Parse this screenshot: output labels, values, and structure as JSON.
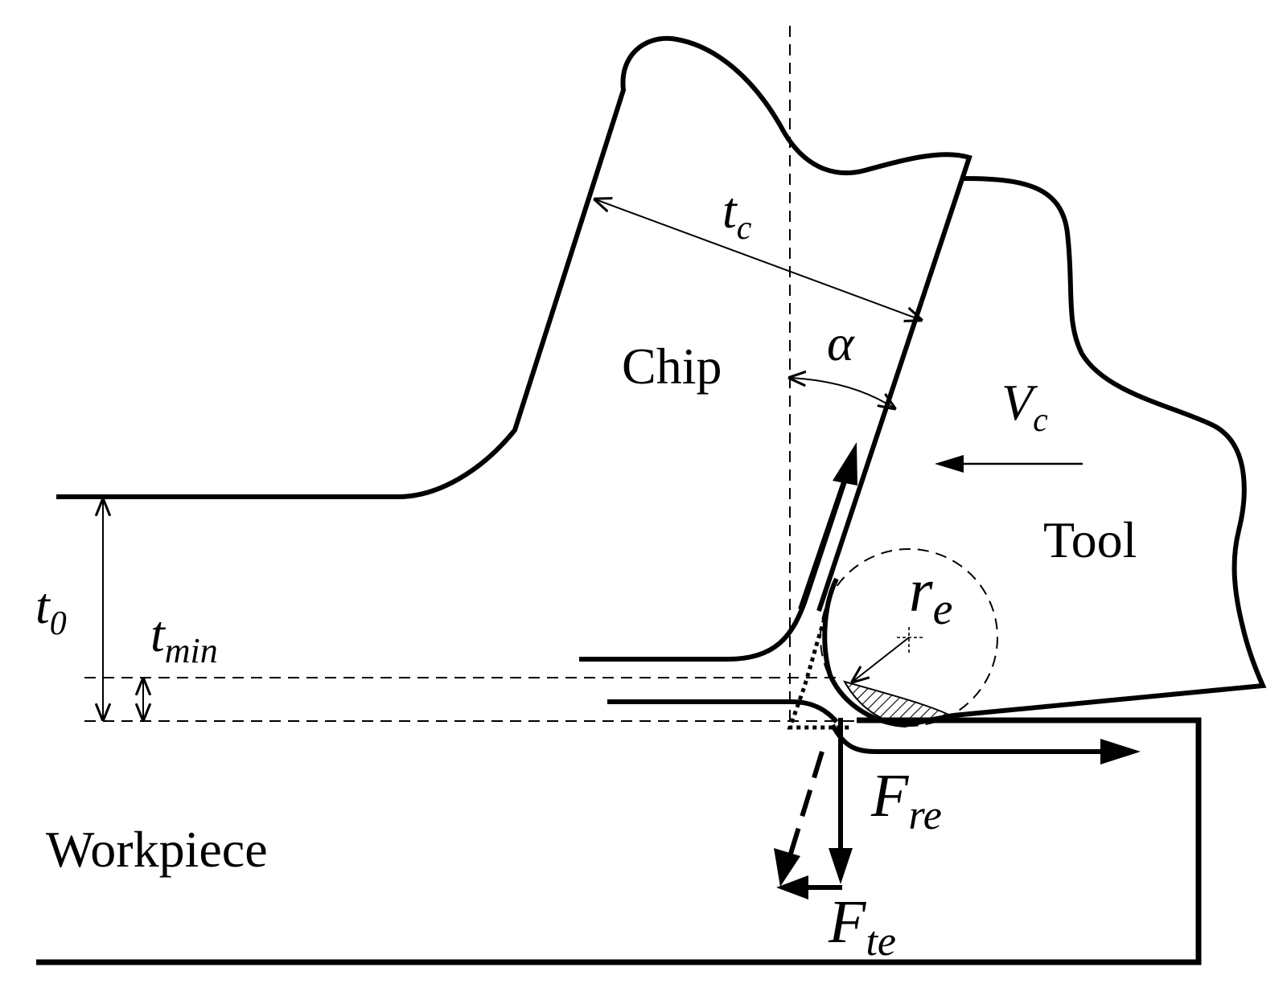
{
  "labels": {
    "chip": "Chip",
    "tool": "Tool",
    "workpiece": "Workpiece",
    "alpha": "α",
    "tc_main": "t",
    "tc_sub": "c",
    "t0_main": "t",
    "t0_sub": "0",
    "tmin_main": "t",
    "tmin_sub": "min",
    "vc_main": "V",
    "vc_sub": "c",
    "re_main": "r",
    "re_sub": "e",
    "fre_main": "F",
    "fre_sub": "re",
    "fte_main": "F",
    "fte_sub": "te"
  }
}
